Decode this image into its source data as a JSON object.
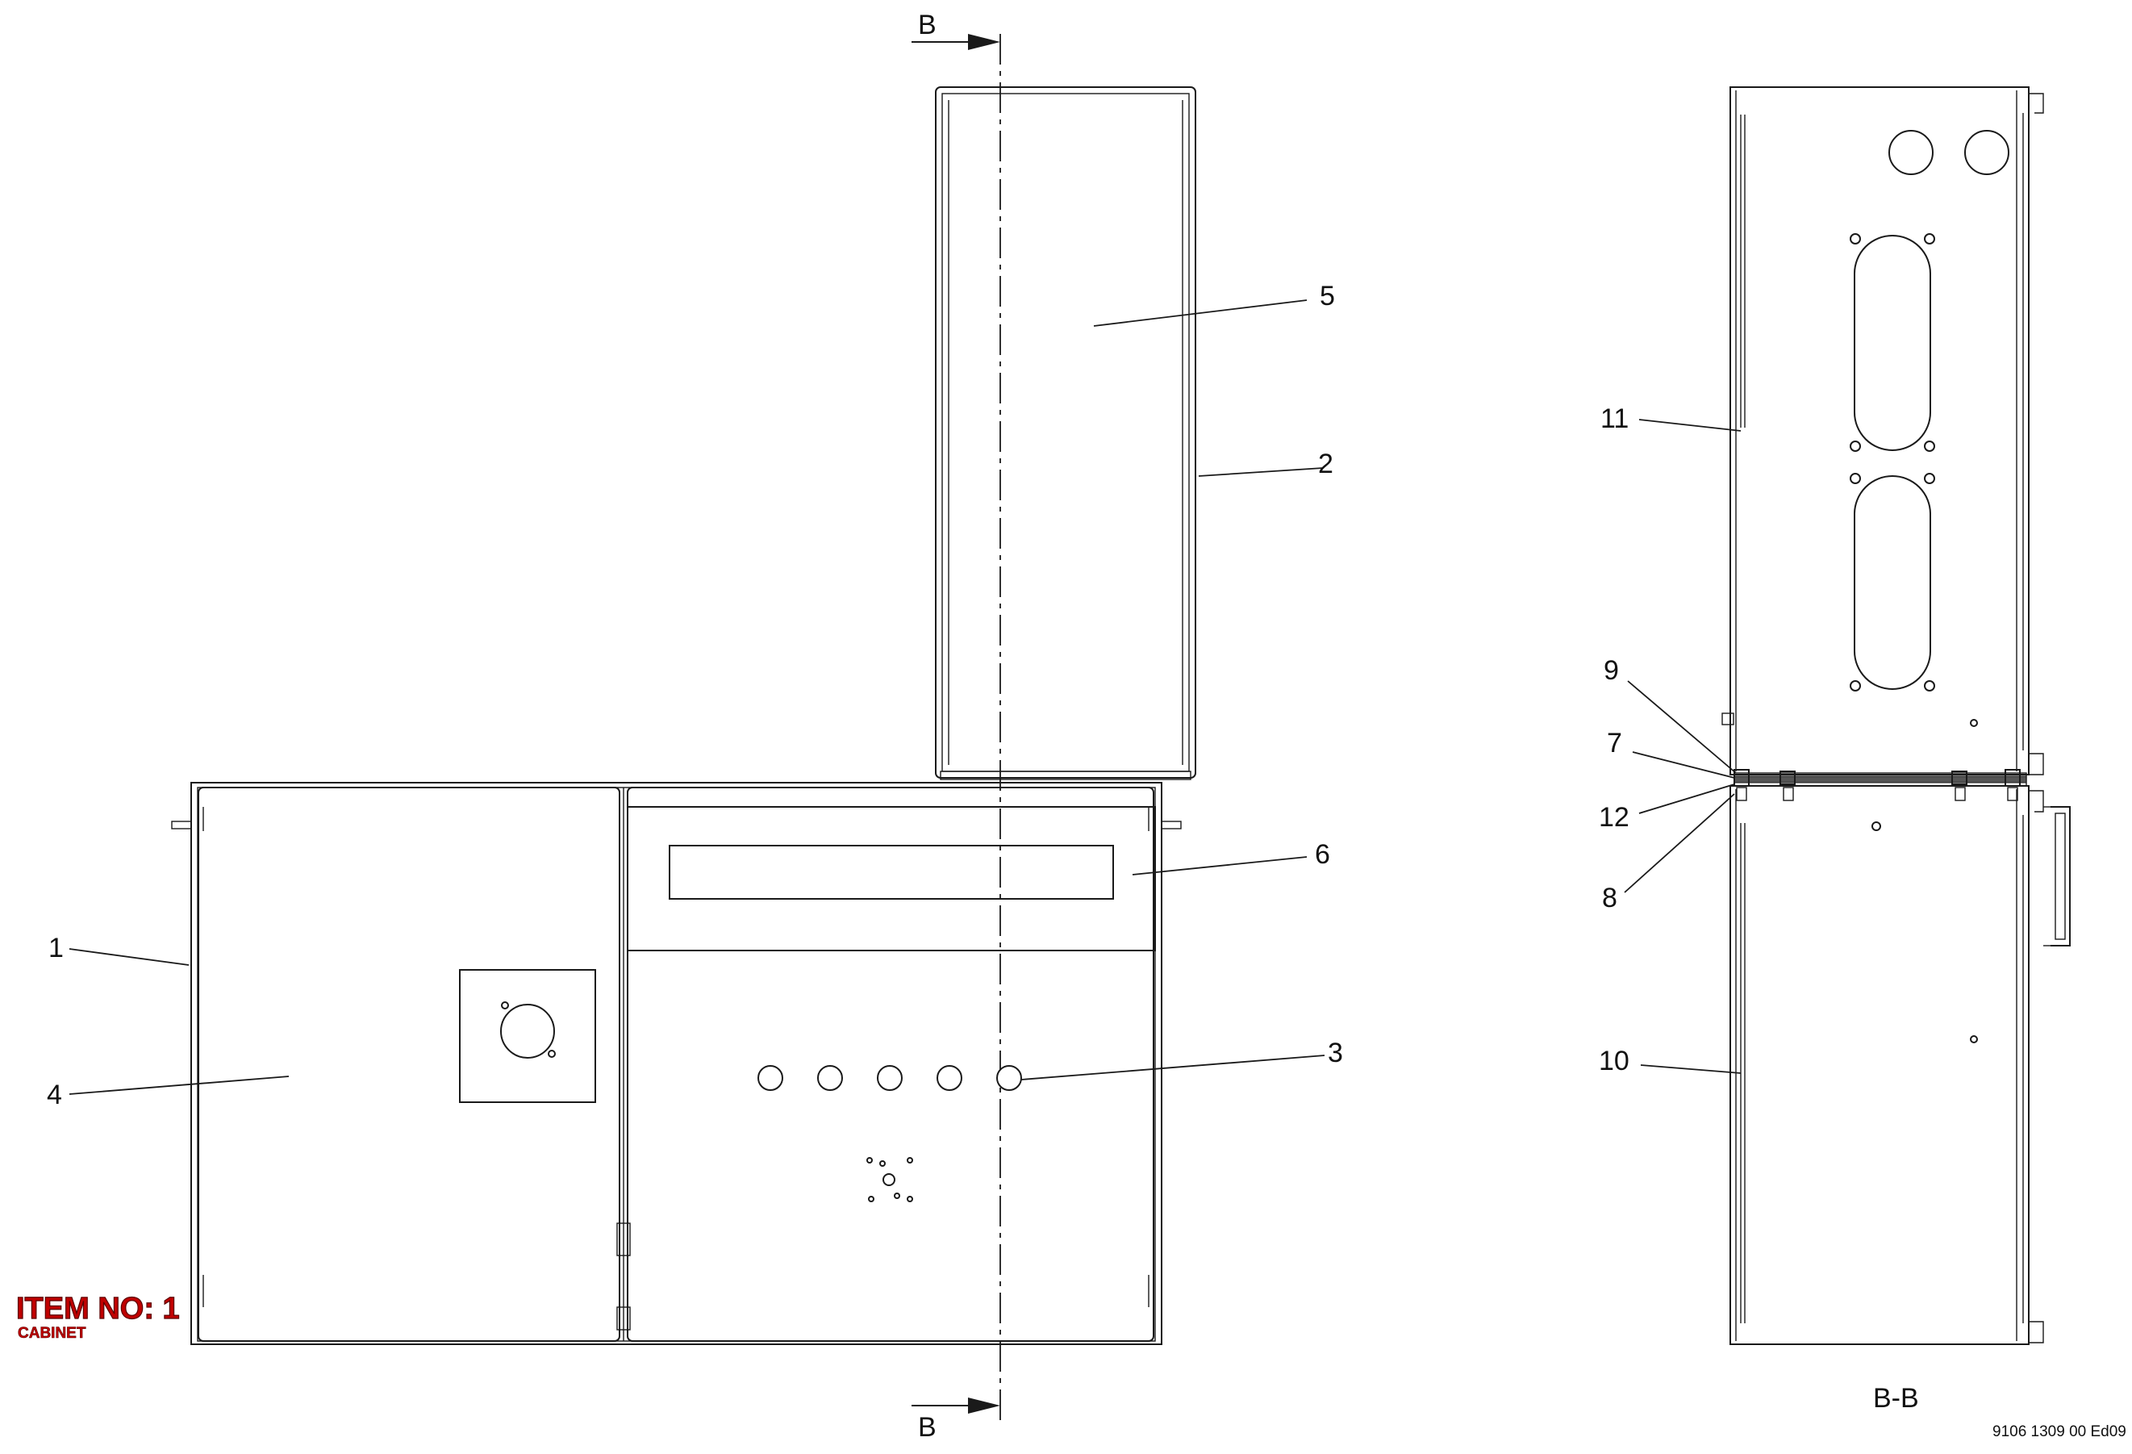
{
  "section_marks": {
    "top": "B",
    "bottom": "B"
  },
  "callouts": {
    "c1": "1",
    "c2": "2",
    "c3": "3",
    "c4": "4",
    "c5": "5",
    "c6": "6",
    "c7": "7",
    "c8": "8",
    "c9": "9",
    "c10": "10",
    "c11": "11",
    "c12": "12"
  },
  "section_view_label": "B-B",
  "document_number": "9106 1309 00 Ed09",
  "item_stamp": {
    "title": "ITEM NO: 1",
    "subtitle": "CABINET"
  },
  "colors": {
    "line": "#1a1a1a",
    "stamp": "#c00000"
  }
}
